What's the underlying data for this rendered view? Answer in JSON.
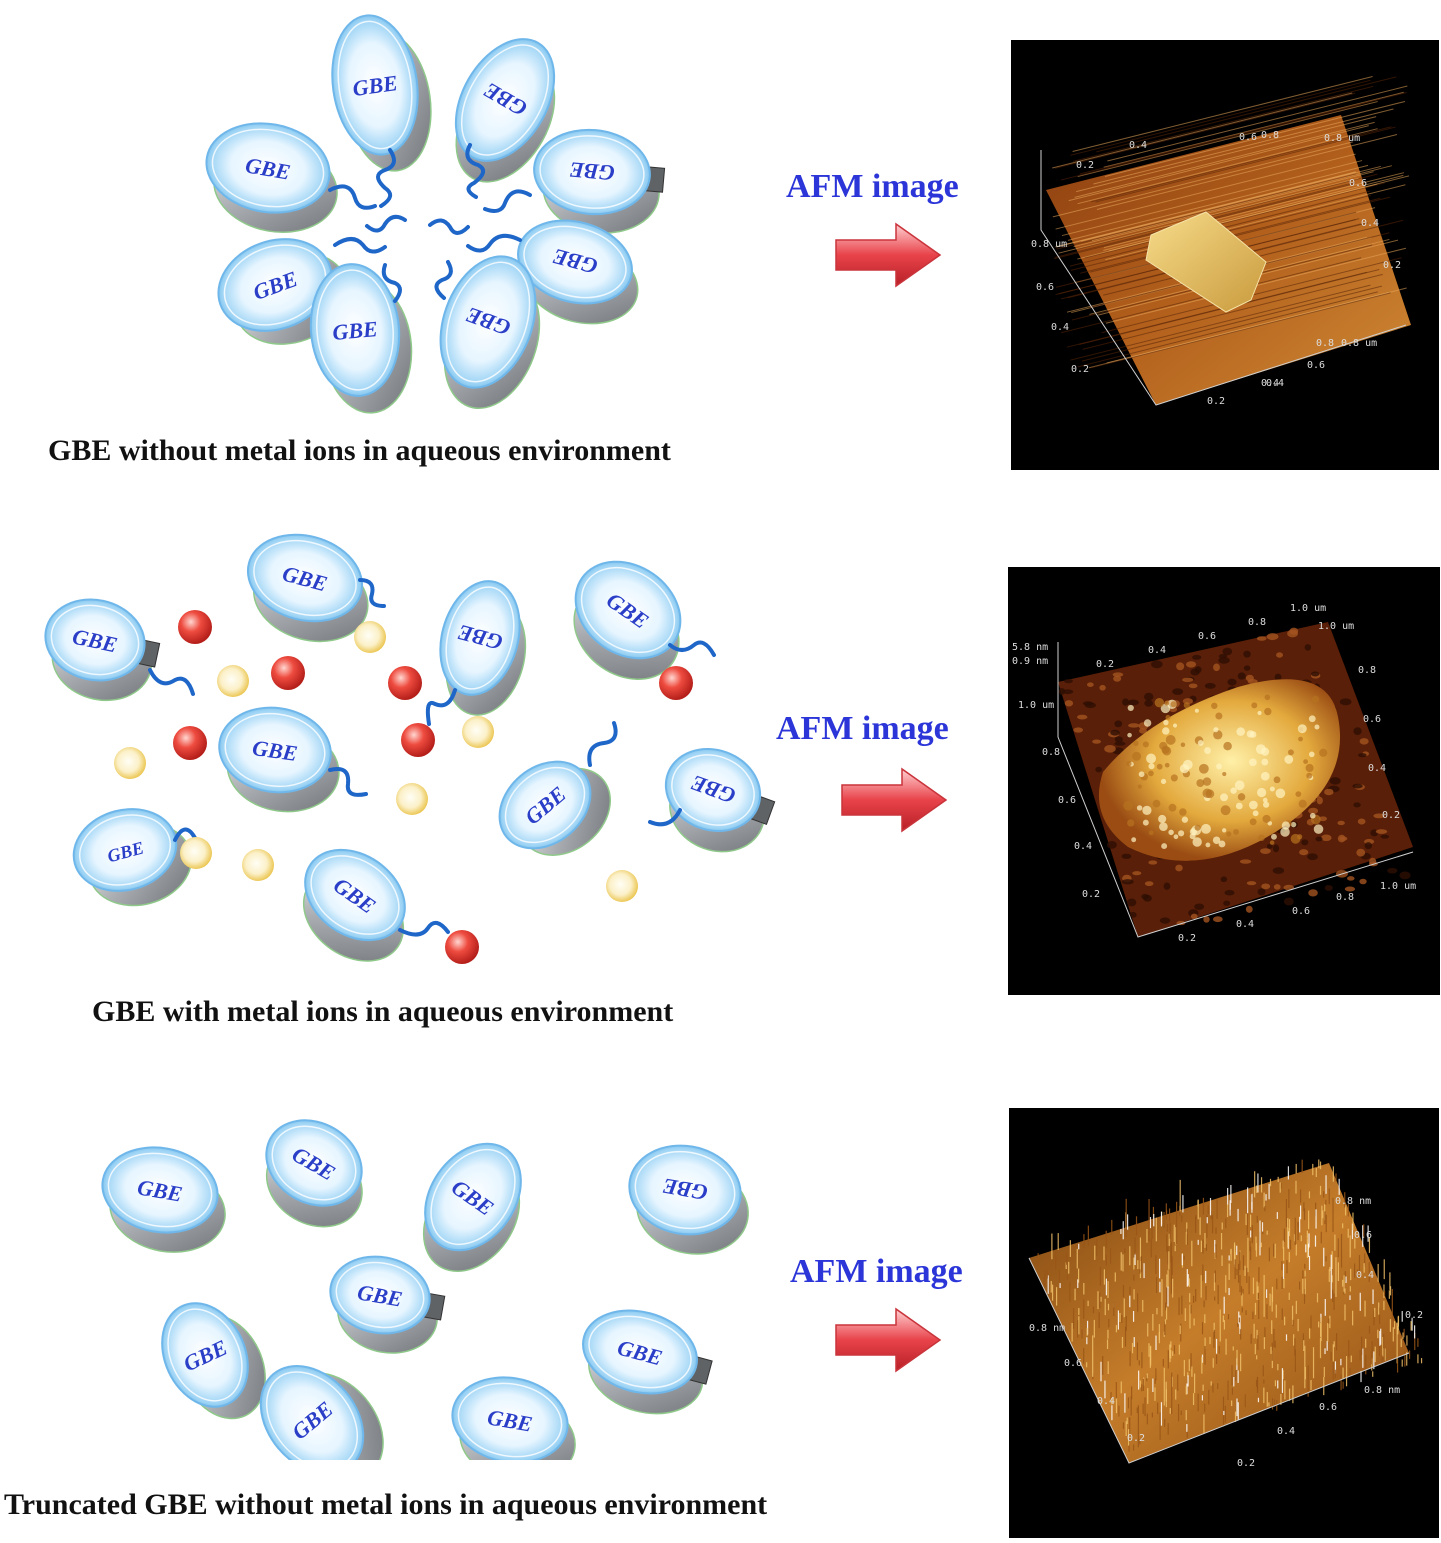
{
  "enzyme_label": "GBE",
  "afm_label": "AFM image",
  "panels": [
    {
      "caption": "GBE without metal ions in aqueous environment",
      "afm": {
        "ticks": [
          "0.2",
          "0.4",
          "0.6",
          "0.8",
          "0.8 um",
          "0.6",
          "0.4",
          "0.2",
          "0.8 um",
          "0.6",
          "0.4",
          "0.2",
          "0.8",
          "0.6",
          "0.4",
          "0.2",
          "0.4",
          "0.8 um"
        ]
      }
    },
    {
      "caption": "GBE with metal ions in aqueous environment",
      "afm": {
        "ticks": [
          "1.0 um",
          "0.8",
          "0.6",
          "0.4",
          "0.2",
          "5.8 nm",
          "0.9 nm",
          "1.0 um",
          "0.8",
          "0.6",
          "0.4",
          "0.2",
          "0.2",
          "0.4",
          "0.6",
          "0.8",
          "1.0 um",
          "1.0 um",
          "0.8",
          "0.6",
          "0.4",
          "0.2"
        ]
      }
    },
    {
      "caption": "Truncated GBE without metal ions in aqueous environment",
      "afm": {
        "ticks": [
          "0.8 nm",
          "0.6",
          "0.4",
          "0.2",
          "0.8 nm",
          "0.6",
          "0.4",
          "0.2",
          "0.2",
          "0.4",
          "0.6",
          "0.8 nm"
        ]
      }
    }
  ],
  "colors": {
    "label_blue": "#2b35d8",
    "arrow_red": "#e0333a",
    "ion_red": "#e23b3b",
    "ion_yellow": "#f1cf4f",
    "linker_blue": "#1f66c9"
  }
}
